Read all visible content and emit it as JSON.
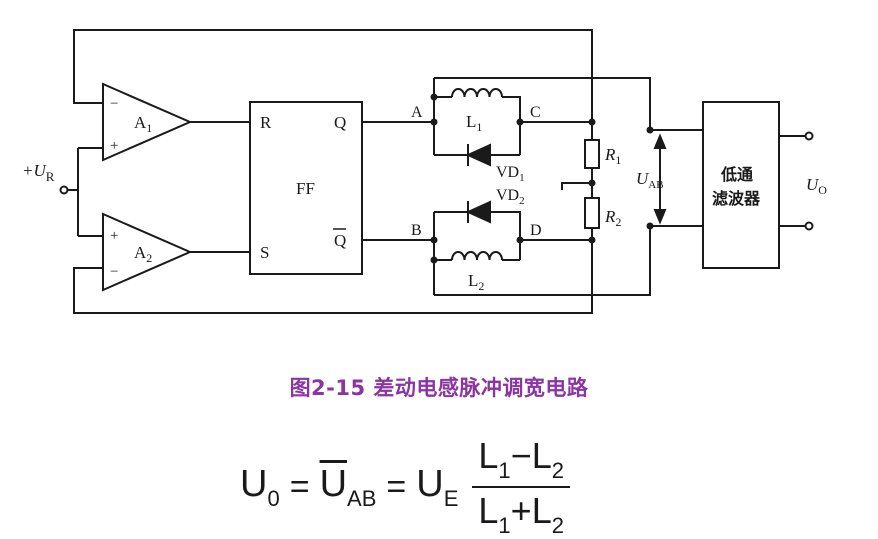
{
  "diagram": {
    "labels": {
      "input": "+U",
      "input_sub": "R",
      "comp1": "A",
      "comp1_sub": "1",
      "comp2": "A",
      "comp2_sub": "2",
      "minus": "−",
      "plus": "+",
      "ff_r": "R",
      "ff_s": "S",
      "ff_q": "Q",
      "ff_qbar": "Q",
      "ff_name": "FF",
      "node_a": "A",
      "node_b": "B",
      "node_c": "C",
      "node_d": "D",
      "l1": "L",
      "l1_sub": "1",
      "l2": "L",
      "l2_sub": "2",
      "vd1": "VD",
      "vd1_sub": "1",
      "vd2": "VD",
      "vd2_sub": "2",
      "r1": "R",
      "r1_sub": "1",
      "r2": "R",
      "r2_sub": "2",
      "uab": "U",
      "uab_sub": "AB",
      "filter_line1": "低通",
      "filter_line2": "滤波器",
      "uo": "U",
      "uo_sub": "O"
    }
  },
  "caption": "图2-15 差动电感脉冲调宽电路",
  "formula": {
    "lhs": "U",
    "lhs_sub": "0",
    "eq": "=",
    "mid": "U",
    "mid_sub": "AB",
    "rhs": "U",
    "rhs_sub": "E",
    "num_a": "L",
    "num_a_sub": "1",
    "num_op": "−",
    "num_b": "L",
    "num_b_sub": "2",
    "den_a": "L",
    "den_a_sub": "1",
    "den_op": "+",
    "den_b": "L",
    "den_b_sub": "2"
  }
}
